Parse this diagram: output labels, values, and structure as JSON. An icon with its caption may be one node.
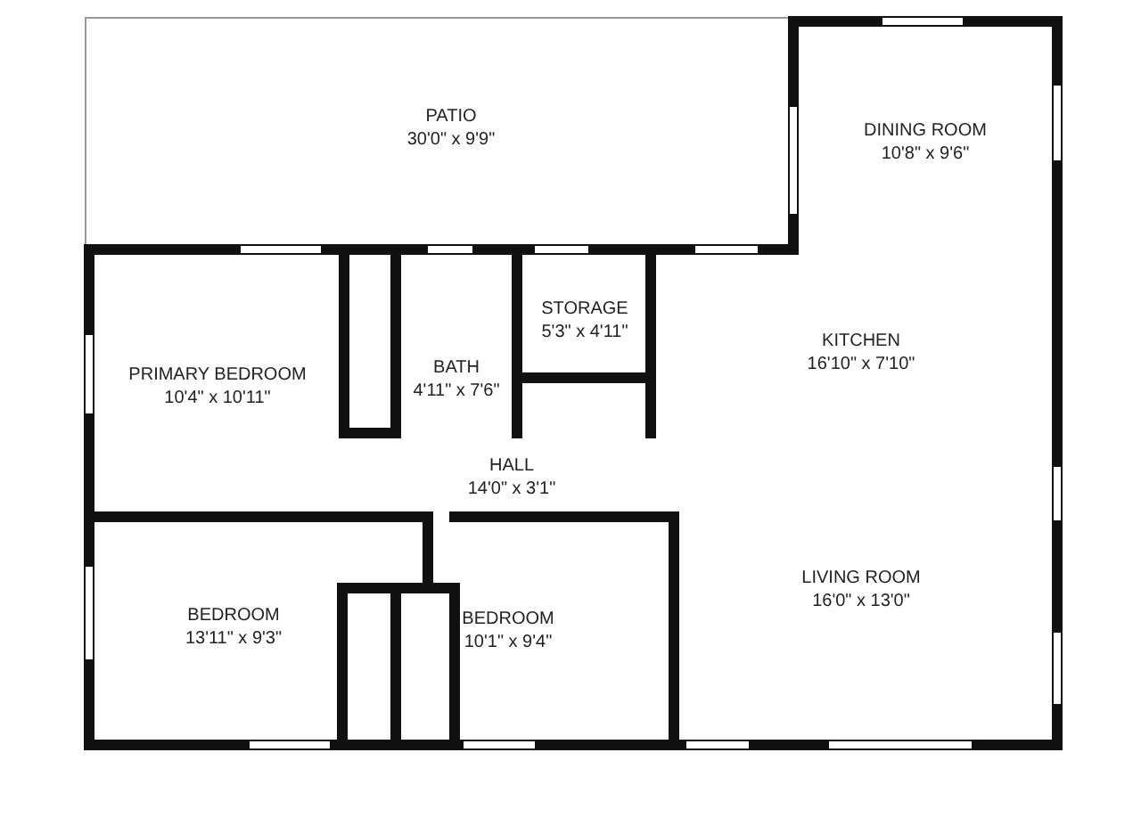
{
  "diagram": {
    "nodes": [
      {
        "text": [
          "PATIO",
          "30'0\" x 9'9\""
        ]
      },
      {
        "text": [
          "DINING ROOM",
          "10'8\" x 9'6\""
        ]
      },
      {
        "text": [
          "PRIMARY BEDROOM",
          "10'4\" x 10'11\""
        ]
      },
      {
        "text": [
          "BATH",
          "4'11\" x 7'6\""
        ]
      },
      {
        "text": [
          "STORAGE",
          "5'3\" x 4'11\""
        ]
      },
      {
        "text": [
          "KITCHEN",
          "16'10\" x 7'10\""
        ]
      },
      {
        "text": [
          "HALL",
          "14'0\" x 3'1\""
        ]
      },
      {
        "text": [
          "BEDROOM",
          "13'11\" x 9'3\""
        ]
      },
      {
        "text": [
          "BEDROOM",
          "10'1\" x 9'4\""
        ]
      },
      {
        "text": [
          "LIVING ROOM",
          "16'0\" x 13'0\""
        ]
      }
    ]
  }
}
